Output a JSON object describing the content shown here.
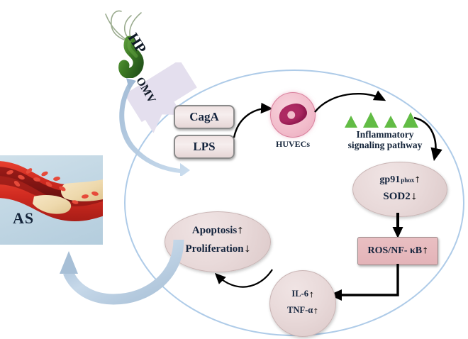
{
  "figure": {
    "title": "Helicobacter pylori OMV-induced endothelial dysfunction and atherosclerosis pathway",
    "accent_blue": "#aecbe8",
    "accent_green": "#62bc45",
    "accent_pink": "#e9dada",
    "accent_red": "#c0392b"
  },
  "nodes": {
    "hp": {
      "label": "HP"
    },
    "omv": {
      "label": "OMV"
    },
    "caga": {
      "label": "CagA"
    },
    "lps": {
      "label": "LPS"
    },
    "huvecs": {
      "label": "HUVECs"
    },
    "inflammatory": {
      "line1": "Inflammatory",
      "line2": "signaling pathway",
      "triangle_count": 4
    },
    "oxidative": {
      "item1_name": "gp91",
      "item1_sup": "phox",
      "item1_arrow": "↑",
      "item2_name": "SOD2",
      "item2_arrow": "↓"
    },
    "ros": {
      "label": "ROS/NF- κB",
      "arrow": "↑"
    },
    "cytokines": {
      "item1_name": "IL-6",
      "item1_arrow": "↑",
      "item2_name": "TNF-α",
      "item2_arrow": "↑"
    },
    "cellfate": {
      "item1_name": "Apoptosis",
      "item1_arrow": "↑",
      "item2_name": "Proliferation",
      "item2_arrow": "↓"
    },
    "as": {
      "label": "AS"
    }
  }
}
